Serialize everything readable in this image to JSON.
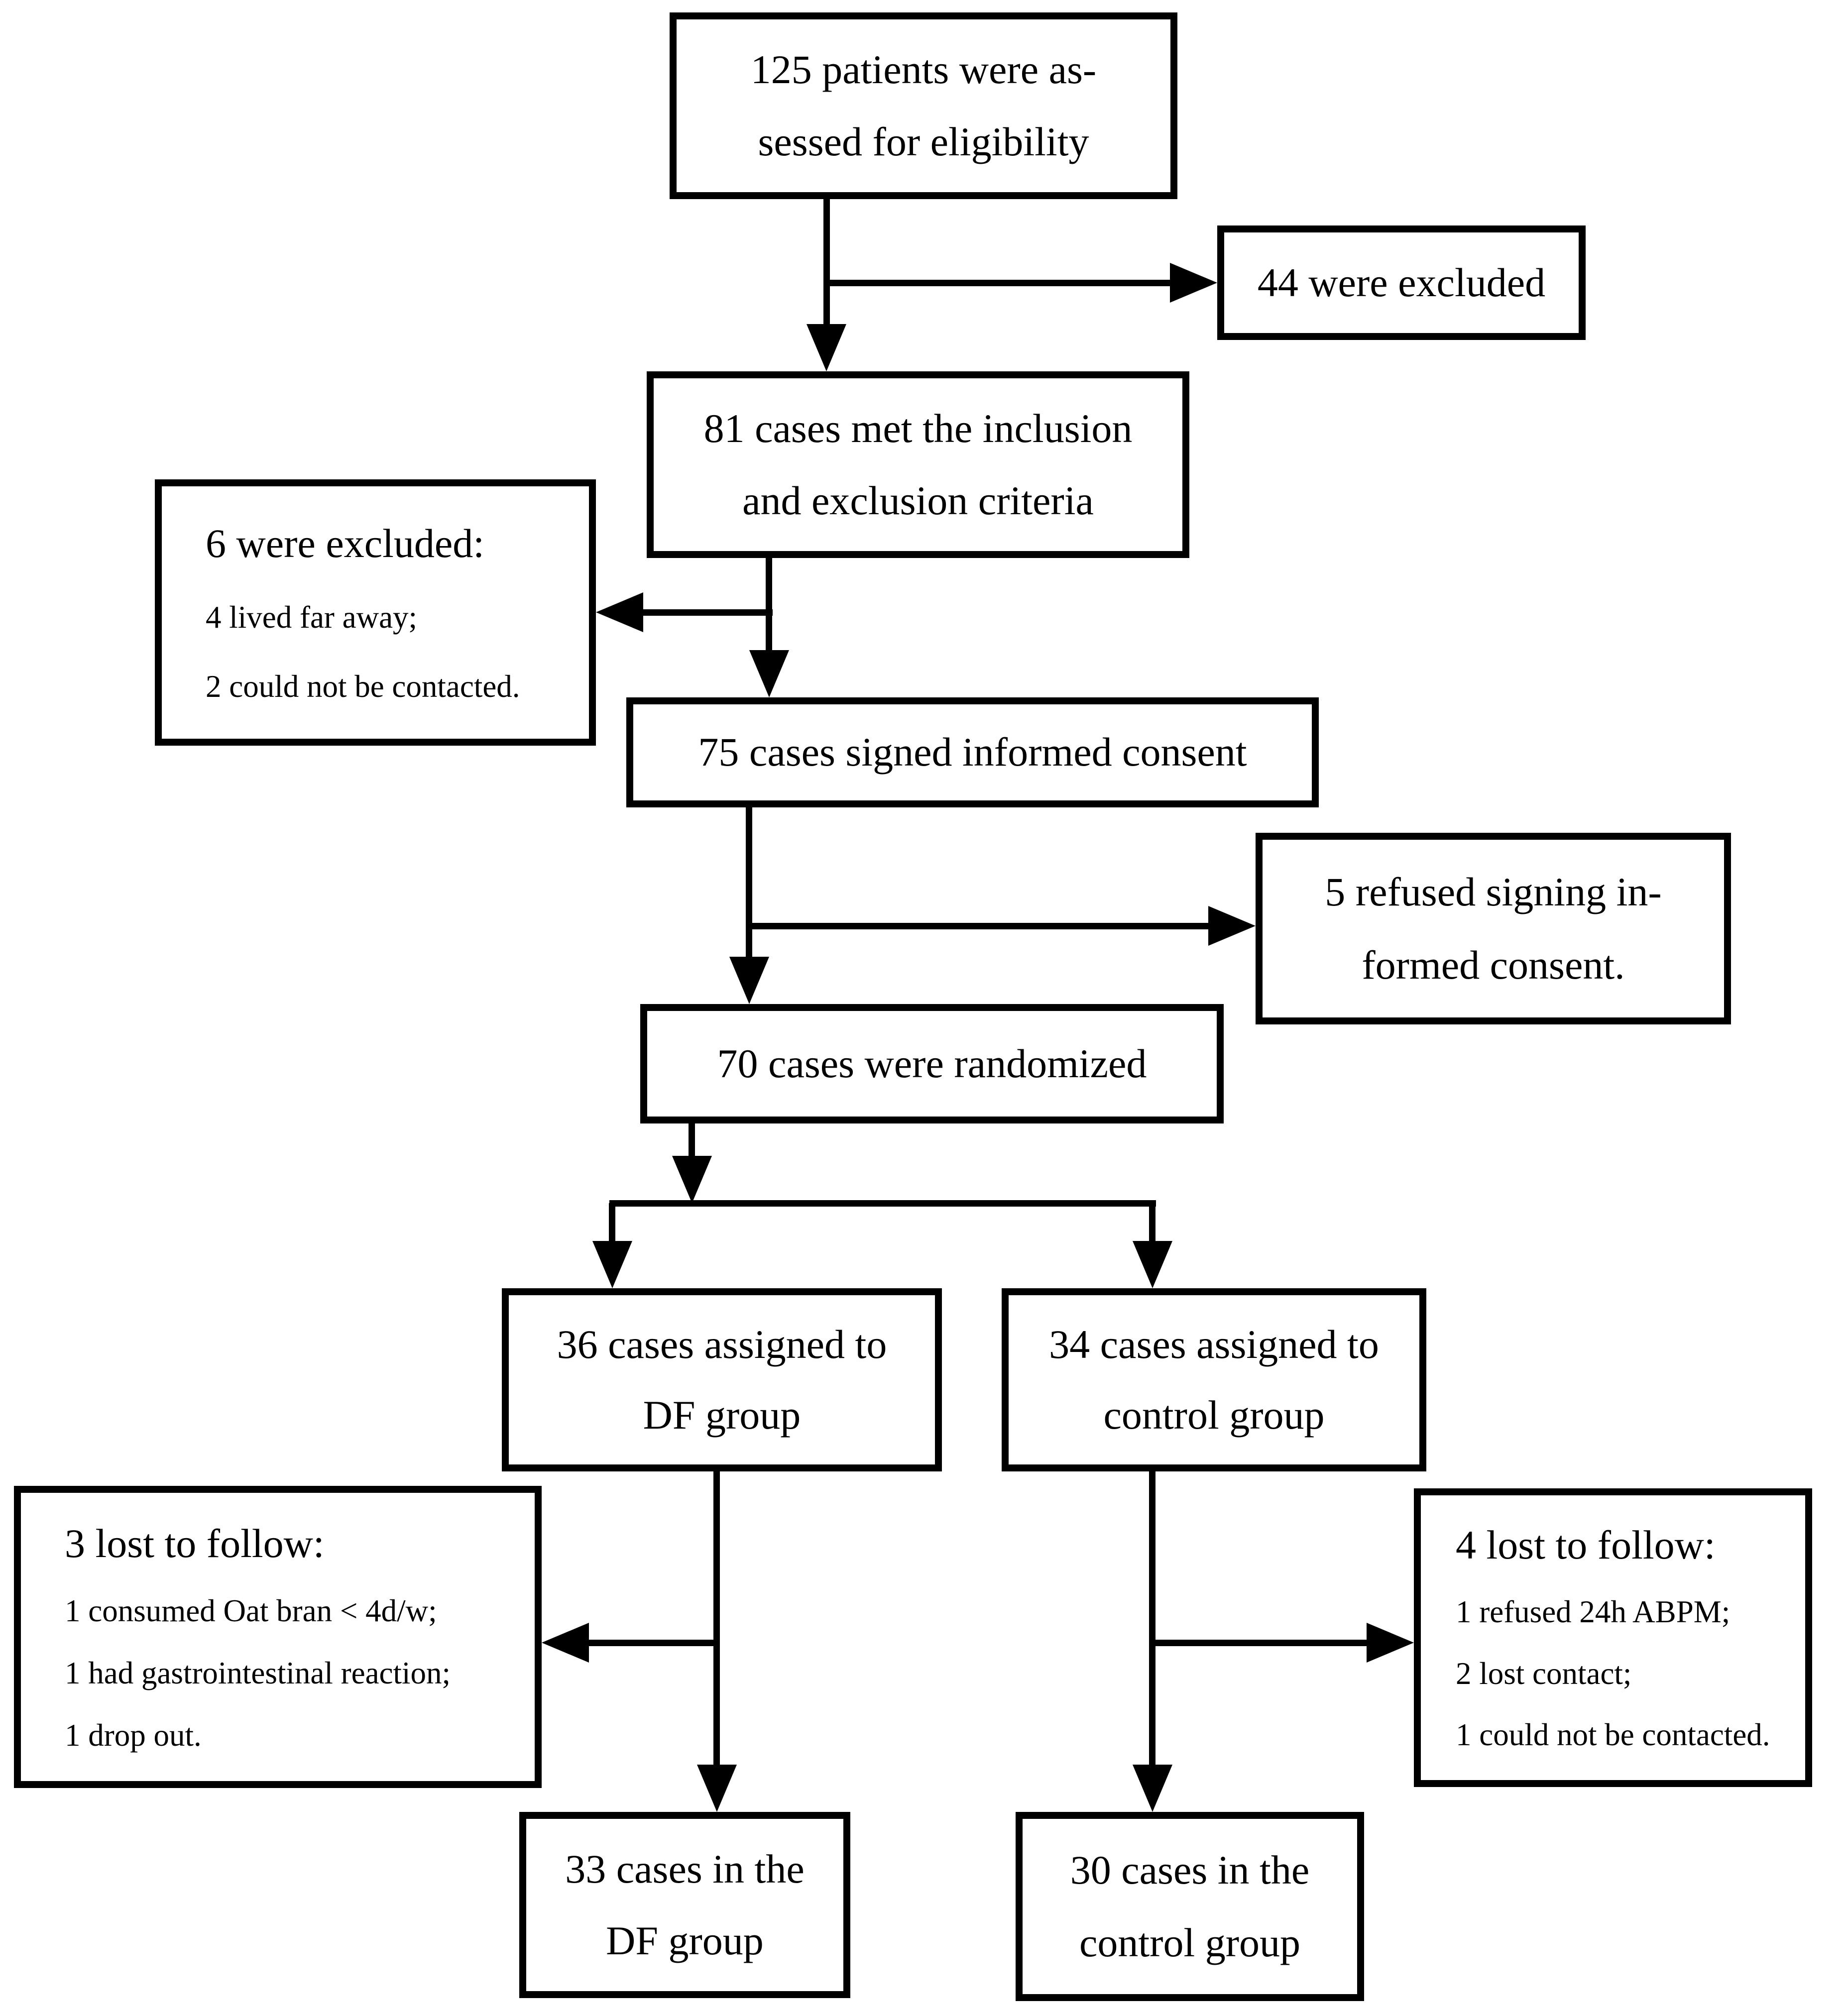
{
  "diagram_type": "clinical-trial-flowchart",
  "colors": {
    "line": "#000000",
    "text": "#000000",
    "background": "#ffffff"
  },
  "boxes": {
    "assessed": {
      "lines": [
        "125 patients were as-",
        "sessed for eligibility"
      ]
    },
    "excluded44": {
      "lines": [
        "44 were excluded"
      ]
    },
    "criteria81": {
      "lines": [
        "81 cases met the inclusion",
        "and exclusion criteria"
      ]
    },
    "excluded6": {
      "lines": [
        "6 were excluded:",
        "4 lived far away;",
        "2 could not be contacted."
      ]
    },
    "consent75": {
      "lines": [
        "75 cases signed informed consent"
      ]
    },
    "refused5": {
      "lines": [
        "5 refused signing in-",
        "formed consent."
      ]
    },
    "randomized70": {
      "lines": [
        "70 cases were randomized"
      ]
    },
    "df36": {
      "lines": [
        "36 cases assigned to",
        "DF group"
      ]
    },
    "control34": {
      "lines": [
        "34 cases assigned to",
        "control group"
      ]
    },
    "lost3": {
      "lines": [
        "3 lost to follow:",
        "1 consumed Oat bran < 4d/w;",
        "1 had gastrointestinal reaction;",
        "1 drop out."
      ]
    },
    "lost4": {
      "lines": [
        "4 lost to follow:",
        "1 refused 24h ABPM;",
        "2 lost contact;",
        "1 could not be contacted."
      ]
    },
    "df33": {
      "lines": [
        "33 cases in the",
        "DF group"
      ]
    },
    "control30": {
      "lines": [
        "30 cases in the",
        "control group"
      ]
    }
  }
}
